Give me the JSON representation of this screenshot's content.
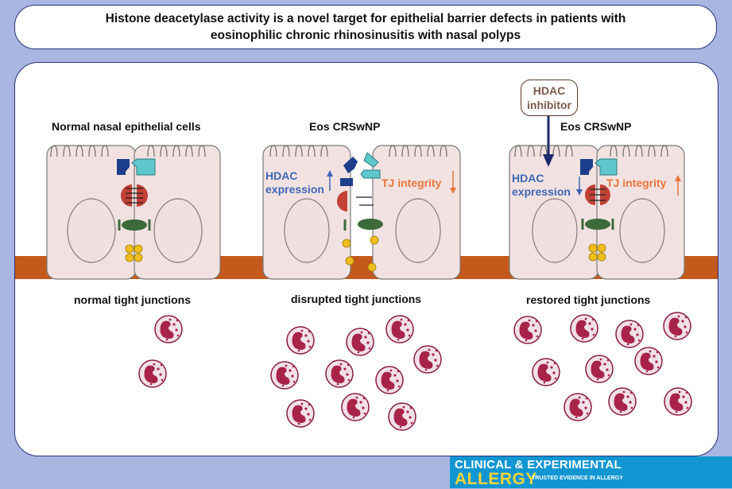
{
  "title": {
    "line1": "Histone deacetylase activity is a novel target for epithelial barrier defects in patients with",
    "line2": "eosinophilic chronic rhinosinusitis with nasal polyps"
  },
  "panels": [
    {
      "heading": "Normal nasal epithelial cells",
      "caption": "normal tight junctions"
    },
    {
      "heading": "Eos CRSwNP",
      "caption": "disrupted tight junctions",
      "hdac_line1": "HDAC",
      "hdac_line2": "expression",
      "tj_label": "TJ integrity"
    },
    {
      "heading": "Eos CRSwNP",
      "caption": "restored tight junctions",
      "hdac_line1": "HDAC",
      "hdac_line2": "expression",
      "tj_label": "TJ integrity"
    }
  ],
  "inhibitor": {
    "line1": "HDAC",
    "line2": "inhibitor"
  },
  "journal": {
    "line1": "CLINICAL & EXPERIMENTAL",
    "line2": "ALLERGY",
    "tagline": "TRUSTED EVIDENCE IN ALLERGY"
  },
  "colors": {
    "background": "#aab6e2",
    "cell_fill": "#f1e2e1",
    "membrane": "#c35a1c",
    "accent_blue": "#3d66b5",
    "accent_orange": "#e8743a",
    "eosinophil": "#a8234a"
  }
}
